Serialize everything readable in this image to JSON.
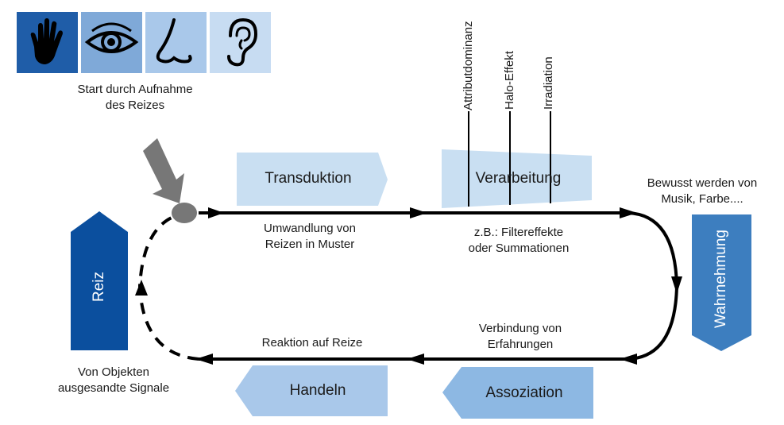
{
  "sense_icons": [
    {
      "name": "hand-icon"
    },
    {
      "name": "eye-icon"
    },
    {
      "name": "nose-icon"
    },
    {
      "name": "ear-icon"
    }
  ],
  "start": {
    "line1": "Start durch Aufnahme",
    "line2": "des Reizes"
  },
  "boxes": {
    "transduktion": "Transduktion",
    "verarbeitung": "Verarbeitung",
    "wahrnehmung": "Wahrnehmung",
    "assoziation": "Assoziation",
    "handeln": "Handeln",
    "reiz": "Reiz"
  },
  "effects": [
    "Attributdominanz",
    "Halo-Effekt",
    "Irradiation"
  ],
  "labels": {
    "umwandlung_1": "Umwandlung von",
    "umwandlung_2": "Reizen in Muster",
    "zb_1": "z.B.: Filtereffekte",
    "zb_2": "oder Summationen",
    "bewusst_1": "Bewusst werden von",
    "bewusst_2": "Musik, Farbe....",
    "verbindung_1": "Verbindung von",
    "verbindung_2": "Erfahrungen",
    "reaktion": "Reaktion auf Reize",
    "objekte_1": "Von Objekten",
    "objekte_2": "ausgesandte Signale"
  },
  "colors": {
    "dark_blue": "#0b4f9e",
    "mid_blue": "#3d7ebf",
    "light_blue": "#c9dff2",
    "assoc_blue": "#8db8e3",
    "arrow_gray": "#7a7a7a",
    "line": "#000000"
  }
}
